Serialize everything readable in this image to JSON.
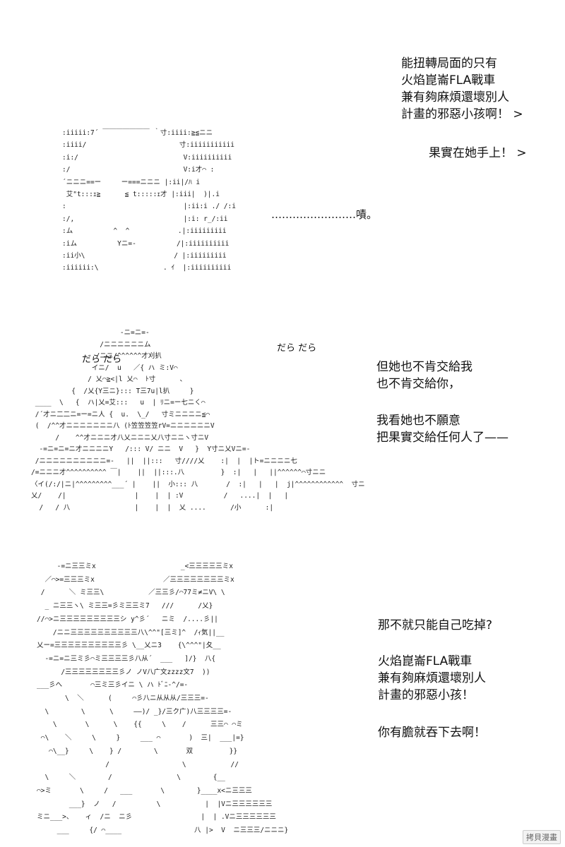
{
  "panel1": {
    "dialog_a": "能扭轉局面的只有\n火焰崑崙FLA戰車\n兼有夠麻煩還壞別人\n計畫的邪惡小孩啊！ >",
    "dialog_b": "果實在她手上！ >",
    "dialog_c": "……………………嘖。",
    "art": ":iiiii:7´ ￣￣￣￣￣￣￣ ｀寸:iiii:≧≦ニニ\n:iiii/                       寸:iiiiiiiiiii\n:i:/                          V:iiiiiiiiii\n:/                            V:i才⌒ :\n´ニニニ==ー     ー===ニニニ |:ii|/ﾊ i\n 艾\"t:::ｪ≧      ≦ t:::::ｪ才 |:iii|  )|.i\n:                             |:ii:i ./ /:i\n:/,                           |:i: r_/:ii\n:ム          ^  ^            .|:iiiiiiiii\n:iム          Yニ=-          /|:iiiiiiiiii\n:ii小\\                      / |:iiiiiiiii\n:iiiiii:\\                . ｲ  |:iiiiiiiiii"
  },
  "panel2": {
    "dialog_a": "但她也不肯交給我\n也不肯交給你，",
    "dialog_b": "我看她也不願意\n把果實交給任何人了——",
    "sfx_left": "だら だら",
    "sfx_right": "だら だら",
    "art": "                      -ニ=ニ=-\n                 /ニニニニニニム\n                /ニニ/^^^^^^才刈扒\n               イニ/  u   ／{ ハ ミ:V⌒\n              / 乂⌒≧<|l 乂⌒  ﾄ寸      、\n          {  /乂{Y三ニ}::: T三7u|l扒     }\n ____  \\   {  ハ|乂=艾:::   u  | ﾘニ=ー七ニく⌒\n /´才ニ二二ニ=ー=ニ人 {  u.  \\_/   寸ミニニニニ≦⌒\n (  /^^才ニニニニニニニ八 (ﾄ笠笠笠笠rV=ニニニニニニV\n      /    ^^才ニニニ才八乂ニニニ乂八寸ニニヽ寸ニV\n  -=ニ=ニ=ニ才ニニニニY   /::: V/ ニニ  V   }  Y寸ニ乂Vニ=-\n /ニニニニニニニニニニ=-   ||  ||:::   寸////乂    :|  |  |ト=ニニニニ七\n/=ニニニ才^^^^^^^^^^ ￣|    ||  ||:::.八         }  :|   |   ||^^^^^^⌒寸ニニ\n〈イ(/:/|ニ|^^^^^^^^^___´ |    ||  小::: 八       /  :|   |   |  j|^^^^^^^^^^^^  寸ニ\n乂/    /|                 |    |  | :V          /   ....|  |   |\n  /   / 八                |    |  |  乂 ....      /小      :|"
  },
  "panel3": {
    "dialog_a": "那不就只能自己吃掉?",
    "dialog_b": "火焰崑崙FLA戰車\n兼有夠麻煩還壞別人\n計畫的邪惡小孩！",
    "dialog_c": "你有膽就吞下去啊！",
    "art": "     -=ニ三三ミx                     _<三三三三三ミx\n  ／⌒>=三三三ミx                 ／三三三三三三三三ミx\n /      ＼ ミ三三\\           ／三三彡/⌒77ミ≠ニV\\ \\\n  _ ニ三三ヽ\\ ミ三三=彡ミ三三ミ7   ///      /乂}\n//⌒>ニ三三三三三三三三三シ y^彡´   ニミ  /....彡||\n    /ニニ三三三三三三三三三三八\\^^\"[三ミ]^  /ｨ気||__\n乂ー=三三三三三三三三三三彡 \\__乂ニ3    {\\^^^\"|夂__\n  -=ニ=ニ三ミ彡⌒ミ三三三三彡八从´  ___   ]/}  八{\n      /三三三三三三三三彡ノ ノV八广文zzzz文7  ))\n___彡へ       ⌒三ミ三彡イニ \\ ハ ﾄﾞﾆ-^/=-\n       \\  ＼      (     ⌒彡八ニ从从从/三三三=-\n  \\        \\      \\     ——)/ _}/三ク广)八三三三三=-\n    \\       \\      \\    {{     \\    /      三三⌒ ⌒ミ\n ⌒\\    ＼     \\     }     ___ ⌒       )  三|  ___|=}\n   ⌒\\__}     \\    } /        \\       双         }}\n                 /                  \\           //\n  \\     ＼        /                \\        {__\n⌒>ミ       \\     /   ___       \\        }____x<ニ三三三\n        ___}  ノ   /          \\           |  |Vニ三三三三三三\nミニ___>、   ィ  /ニ  ニ彡                 |  | .Vニ三三三三三三\n     ___     {/ ⌒____                  八 |>  V  ニ三三三/ニニニ}"
  },
  "watermark": "拷貝漫畫"
}
